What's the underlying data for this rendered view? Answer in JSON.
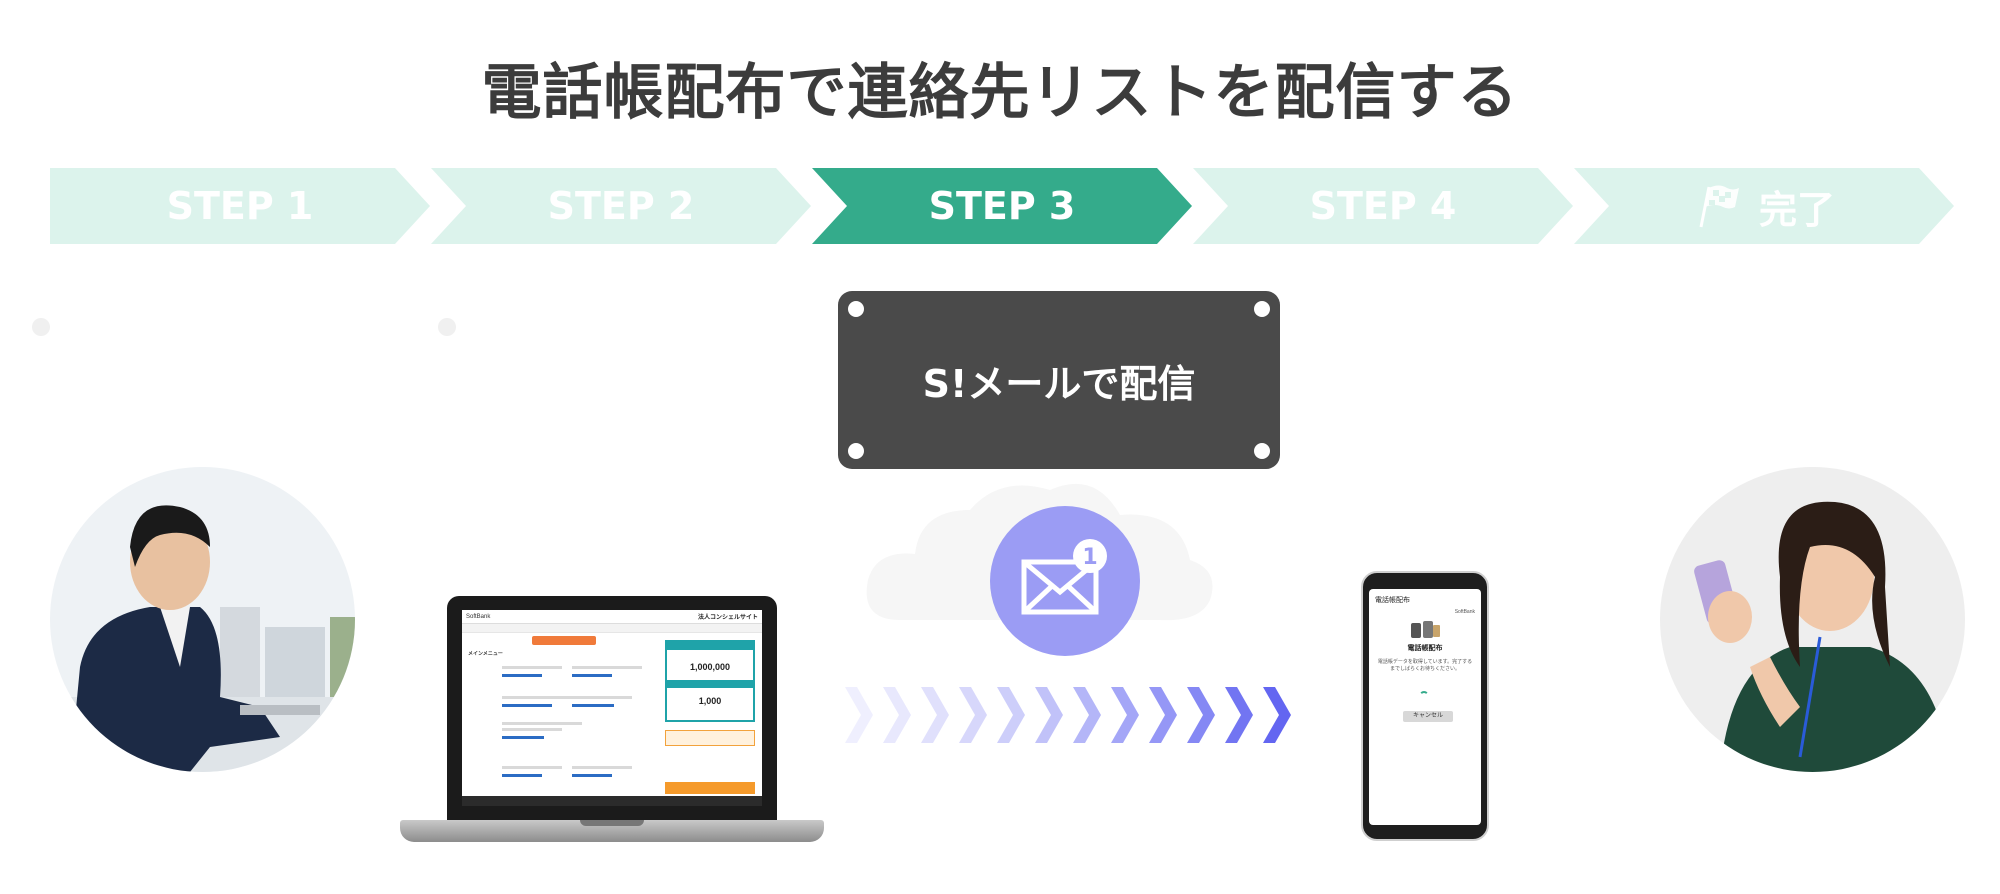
{
  "title": "電話帳配布で連絡先リストを配信する",
  "steps": [
    {
      "label": "STEP 1",
      "active": false
    },
    {
      "label": "STEP 2",
      "active": false
    },
    {
      "label": "STEP 3",
      "active": true
    },
    {
      "label": "STEP 4",
      "active": false
    },
    {
      "label": "完了",
      "active": false,
      "icon": "checkered-flag-icon"
    }
  ],
  "colors": {
    "step_active": "#34ab8b",
    "step_inactive": "#dcf3ec",
    "card": "#4a4a4a",
    "mail_circle": "#9b9cf4",
    "chevron": "#6366f1"
  },
  "card": {
    "label": "S!メールで配信"
  },
  "mail": {
    "icon": "envelope-icon",
    "badge": "1"
  },
  "laptop_screen": {
    "logo": "SoftBank",
    "site": "法人コンシェルサイト",
    "menu": "メインメニュー",
    "value1": "1,000,000",
    "value2": "1,000"
  },
  "phone_screen": {
    "title": "電話帳配布",
    "brand": "SoftBank",
    "heading": "電話帳配布",
    "message": "電話帳データを取得しています。完了するまでしばらくお待ちください。",
    "cancel": "キャンセル"
  }
}
